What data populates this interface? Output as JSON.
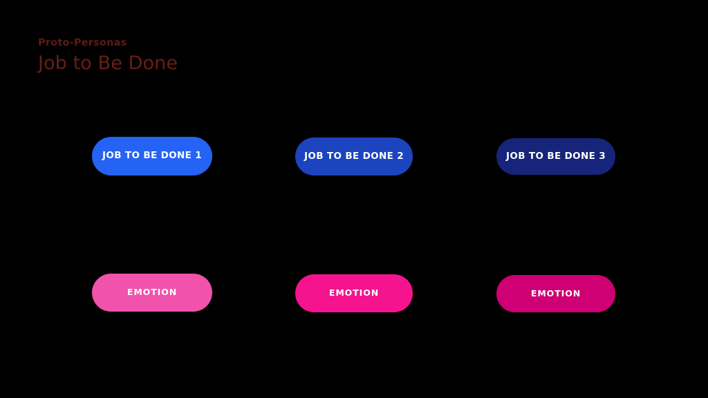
{
  "slide": {
    "background_color": "#000000",
    "eyebrow": "Proto-Personas",
    "eyebrow_color": "#5C1B16",
    "title": "Job to Be Done",
    "title_color": "#6B1E14"
  },
  "job_pills": [
    {
      "label": "JOB TO BE DONE 1",
      "color": "#2563F5",
      "text_color": "#FFFFFF"
    },
    {
      "label": "JOB TO BE DONE 2",
      "color": "#1B44BE",
      "text_color": "#FFFFFF"
    },
    {
      "label": "JOB TO BE DONE 3",
      "color": "#16257A",
      "text_color": "#FFFFFF"
    }
  ],
  "emotion_pills": [
    {
      "label": "EMOTION",
      "color": "#F052AC",
      "text_color": "#FFFFFF"
    },
    {
      "label": "EMOTION",
      "color": "#F5148E",
      "text_color": "#FFFFFF"
    },
    {
      "label": "EMOTION",
      "color": "#CE0073",
      "text_color": "#FFFFFF"
    }
  ]
}
